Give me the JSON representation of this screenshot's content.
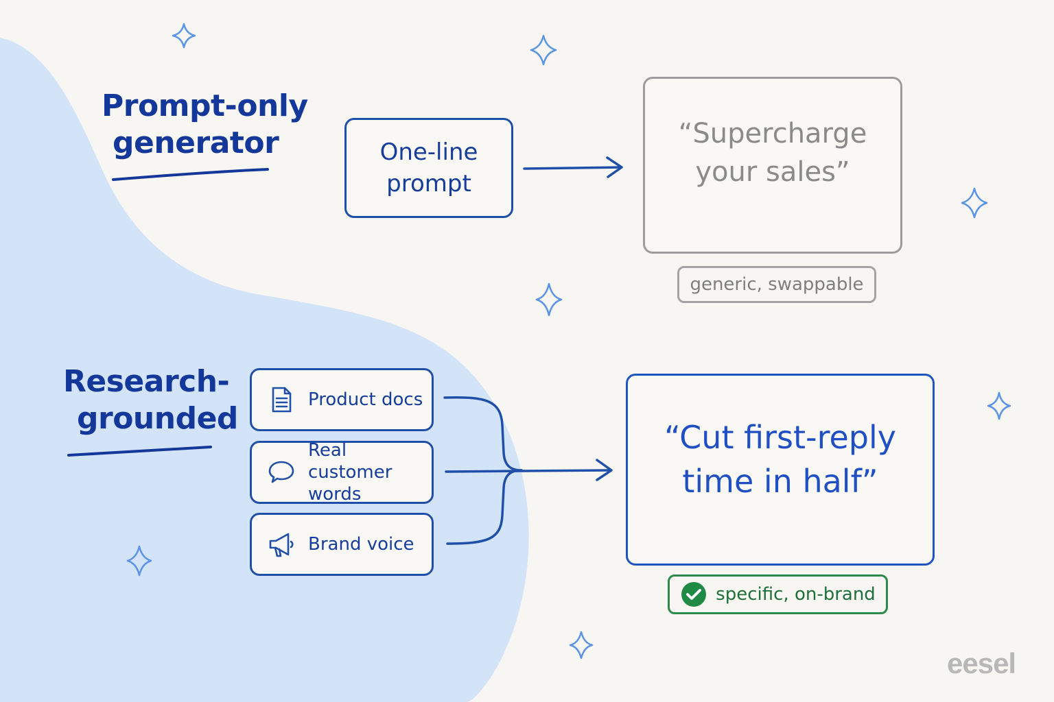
{
  "top_section": {
    "heading_line1": "Prompt-only",
    "heading_line2": "generator",
    "input_line1": "One-line",
    "input_line2": "prompt",
    "output_line1": "“Supercharge",
    "output_line2": "your sales”",
    "tag": "generic, swappable",
    "color": "#9c9c9c"
  },
  "bottom_section": {
    "heading_line1": "Research-",
    "heading_line2": "grounded",
    "sources": [
      {
        "label": "Product docs",
        "icon": "document-icon"
      },
      {
        "label_line1": "Real customer",
        "label_line2": "words",
        "icon": "speech-bubble-icon"
      },
      {
        "label": "Brand voice",
        "icon": "megaphone-icon"
      }
    ],
    "output_line1": "“Cut first-reply",
    "output_line2": "time in half”",
    "tag": "specific, on-brand",
    "tag_icon": "check-circle-icon",
    "color": "#1f55c2",
    "tag_color": "#2e8a4b"
  },
  "logo": "eesel",
  "colors": {
    "background": "#f7f6f2",
    "blob": "#d3e3f8",
    "ink": "#13389a",
    "sparkle": "#5b93e6"
  }
}
